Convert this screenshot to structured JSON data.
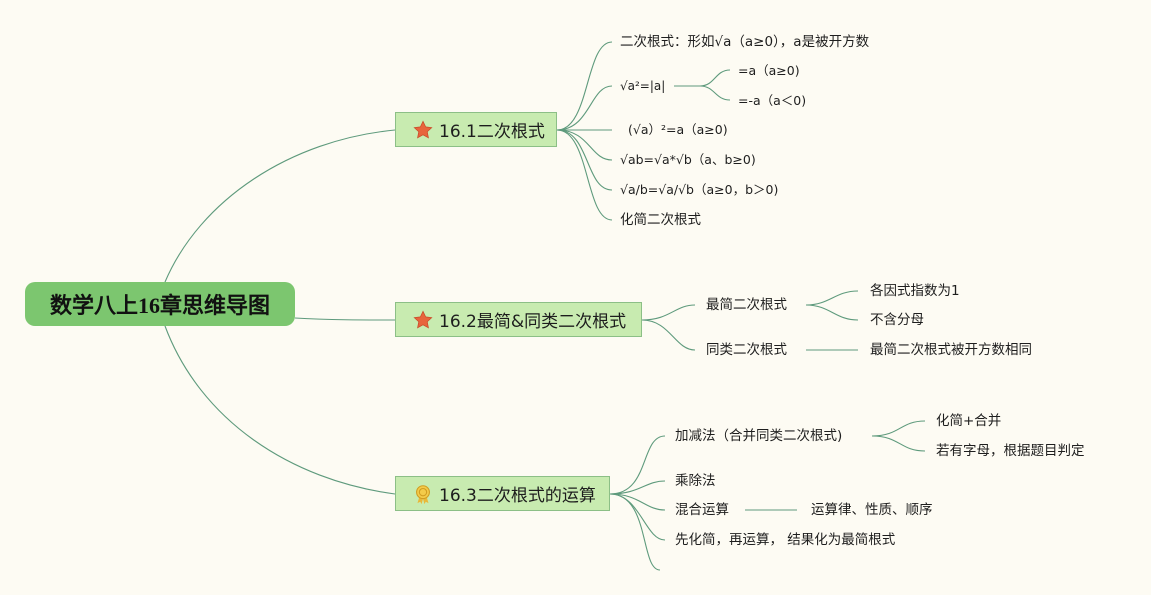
{
  "root": "数学八上16章思维导图",
  "topics": [
    {
      "label": "16.1二次根式",
      "icon": "star-icon",
      "items": [
        "二次根式：形如√a（a≥0），a是被开方数",
        "√a²=|a|",
        "(√a）²=a（a≥0)",
        "√ab=√a*√b（a、b≥0)",
        "√a/b=√a/√b（a≥0，b＞0)",
        "化简二次根式"
      ],
      "sub": [
        "=a（a≥0)",
        "=-a（a＜0)"
      ]
    },
    {
      "label": "16.2最简&同类二次根式",
      "icon": "star-icon",
      "items": [
        "最简二次根式",
        "同类二次根式"
      ],
      "sub_simplest": [
        "各因式指数为1",
        "不含分母"
      ],
      "sub_similar": [
        "最简二次根式被开方数相同"
      ]
    },
    {
      "label": "16.3二次根式的运算",
      "icon": "medal-icon",
      "items": [
        "加减法（合并同类二次根式)",
        "乘除法",
        "混合运算",
        "先化简，再运算， 结果化为最简根式"
      ],
      "sub_addsub": [
        "化简+合并",
        "若有字母，根据题目判定"
      ],
      "sub_mixed": [
        "运算律、性质、顺序"
      ]
    }
  ],
  "colors": {
    "root_fill": "#7cc66f",
    "topic_fill": "#c8ebb0",
    "line": "#5e9a7c",
    "background": "#fdfbf3"
  }
}
